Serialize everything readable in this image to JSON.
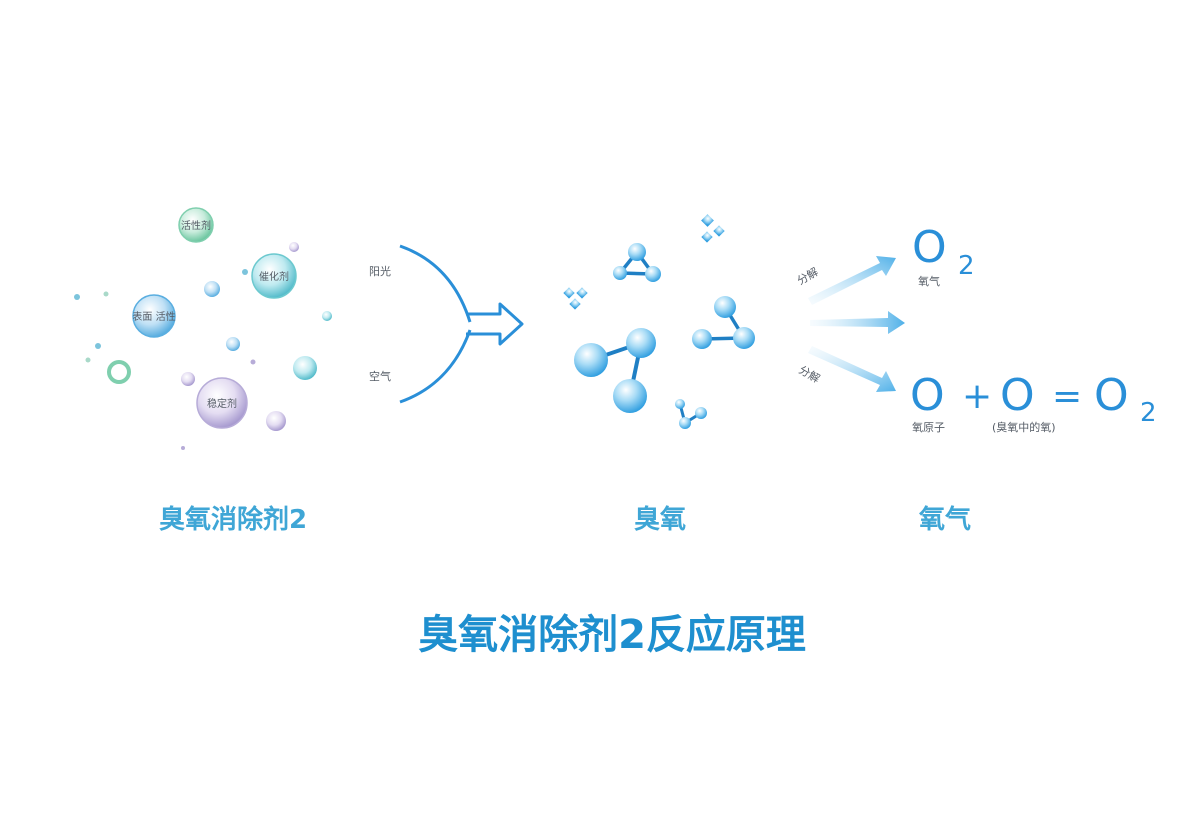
{
  "sections": {
    "left_label": "臭氧消除剂2",
    "middle_label": "臭氧",
    "right_label": "氧气"
  },
  "main_title": "臭氧消除剂2反应原理",
  "reactants": {
    "upper_input": "阳光",
    "lower_input": "空气"
  },
  "bubbles": [
    {
      "label": "活性剂"
    },
    {
      "label": "催化剂"
    },
    {
      "label": "表面 活性"
    },
    {
      "label": "稳定剂"
    }
  ],
  "decomposition": {
    "upper_arrow_label": "分解",
    "lower_arrow_label": "分解"
  },
  "products": {
    "oxygen_symbol": "O",
    "oxygen_sub": "2",
    "oxygen_caption": "氧气",
    "eq_atom1": "O",
    "eq_plus": "+",
    "eq_atom2": "O",
    "eq_equals": "=",
    "eq_result": "O",
    "eq_result_sub": "2",
    "atom_caption": "氧原子",
    "combine_caption": "(臭氧中的氧)"
  },
  "colors": {
    "primary_blue": "#2a8fd8",
    "label_blue": "#3fa6d6",
    "title_blue": "#1e8fcf",
    "bubble_teal": "#6cc9cf",
    "bubble_purple": "#b7acd8",
    "bubble_green": "#7fcfae"
  }
}
